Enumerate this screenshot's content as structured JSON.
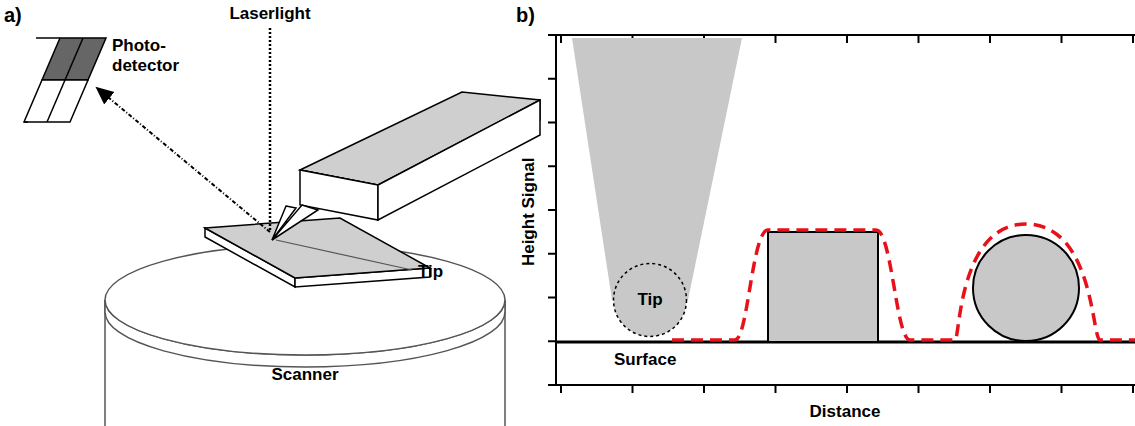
{
  "diagram": {
    "nodes": [
      {
        "text": [
          "Scanner"
        ]
      },
      {
        "text": [
          "Tip"
        ]
      }
    ],
    "labels": [
      "a)",
      "Photo- detector",
      "Laserlight",
      "Tip",
      "b)",
      "Height Signal",
      "Surface",
      "Distance"
    ]
  }
}
